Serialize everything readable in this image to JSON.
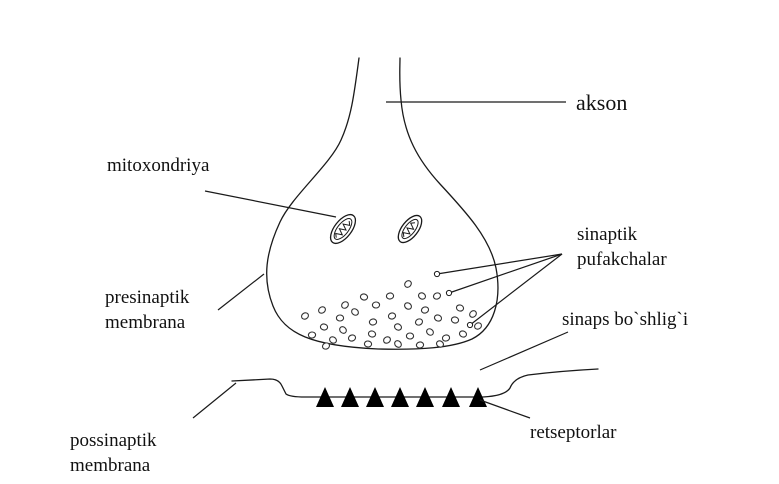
{
  "diagram": {
    "labels": {
      "akson": "akson",
      "mitoxondriya": "mitoxondriya",
      "sinaptik": "sinaptik",
      "pufakchalar": "pufakchalar",
      "presinaptik": "presinaptik",
      "presinaptik_membrana": "membrana",
      "sinaps_boshligi": "sinaps bo`shlig`i",
      "possinaptik": "possinaptik",
      "possinaptik_membrana": "membrana",
      "retseptorlar": "retseptorlar"
    },
    "colors": {
      "stroke": "#1a1a1a",
      "receptor": "#000000",
      "background": "#ffffff"
    }
  }
}
